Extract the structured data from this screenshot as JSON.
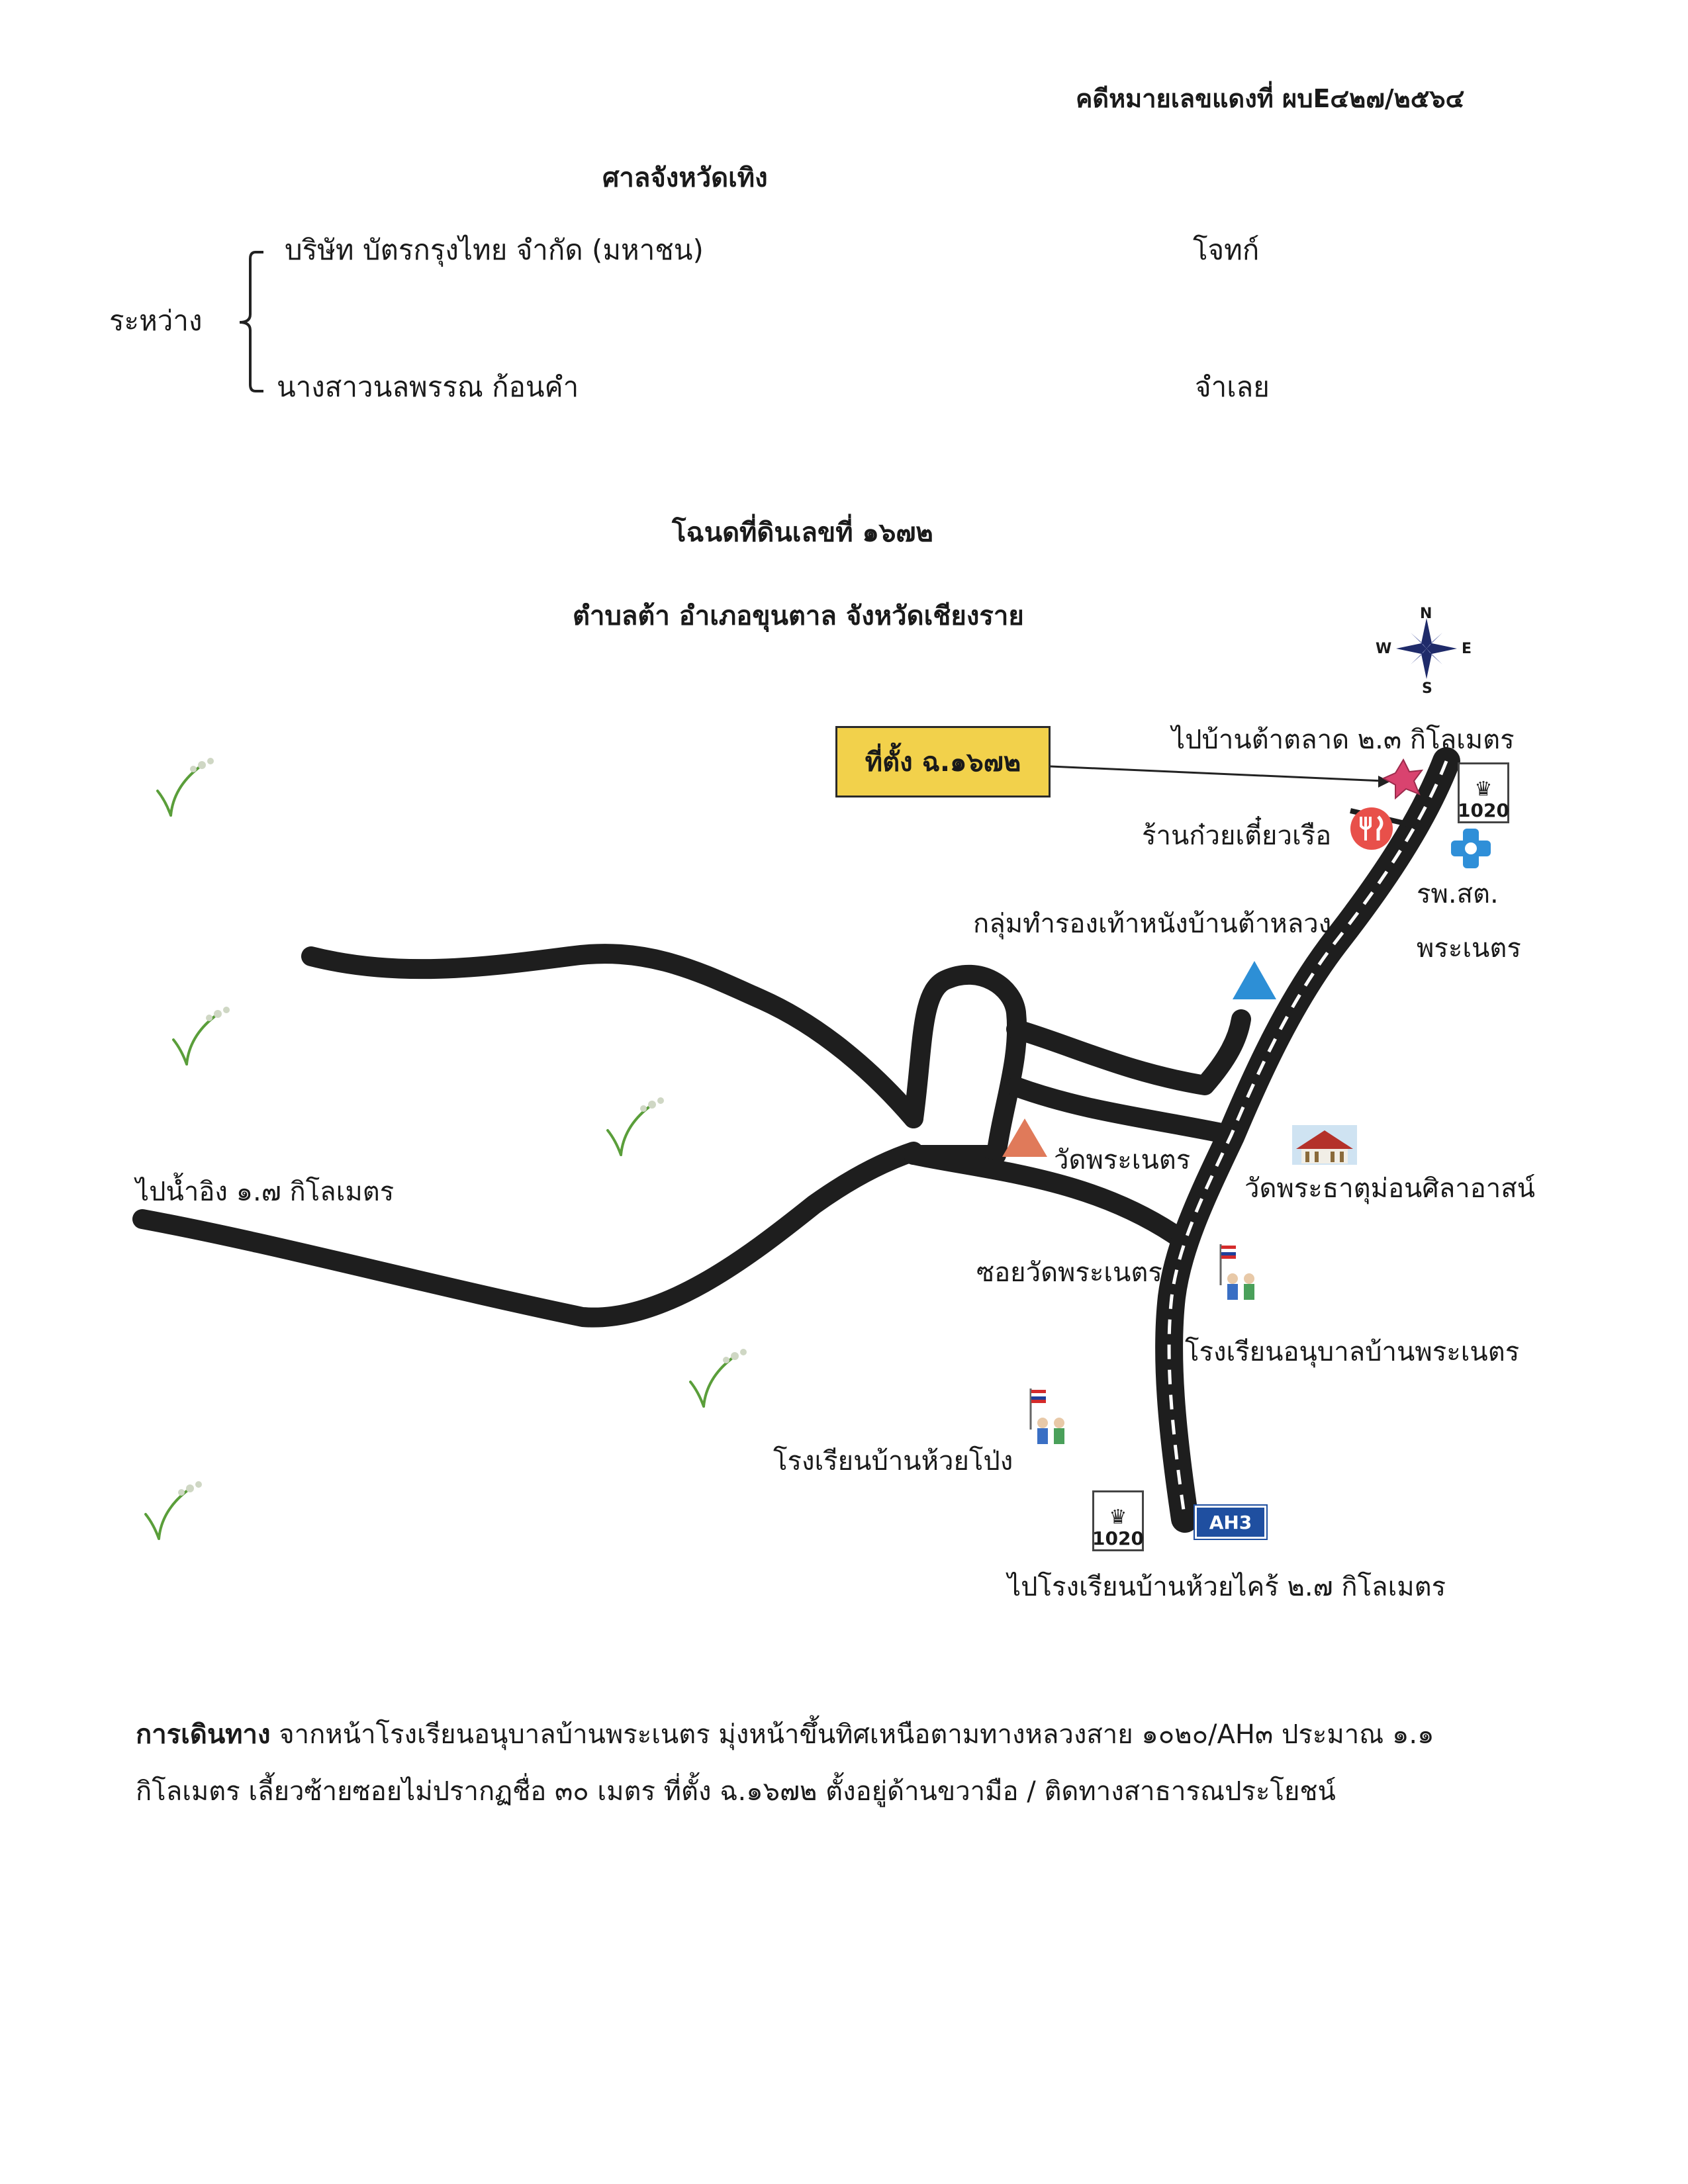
{
  "header": {
    "case_number": "คดีหมายเลขแดงที่ ผบE๔๒๗/๒๕๖๔",
    "court": "ศาลจังหวัดเทิง"
  },
  "parties": {
    "between_label": "ระหว่าง",
    "plaintiff_name": "บริษัท บัตรกรุงไทย จำกัด (มหาชน)",
    "plaintiff_role": "โจทก์",
    "defendant_name": "นางสาวนลพรรณ  ก้อนคำ",
    "defendant_role": "จำเลย"
  },
  "title": {
    "deed": "โฉนดที่ดินเลขที่ ๑๖๗๒",
    "location": "ตำบลต้า อำเภอขุนตาล จังหวัดเชียงราย"
  },
  "compass": {
    "n": "N",
    "e": "E",
    "s": "S",
    "w": "W"
  },
  "map": {
    "site_box": "ที่ตั้ง ฉ.๑๖๗๒",
    "to_ban_ta_talat": "ไปบ้านต้าตลาด ๒.๓ กิโลเมตร",
    "noodle_shop": "ร้านก๋วยเตี๋ยวเรือ",
    "health_center_line1": "รพ.สต.",
    "health_center_line2": "พระเนตร",
    "shoe_group": "กลุ่มทำรองเท้าหนังบ้านต้าหลวง",
    "wat_phra_net": "วัดพระเนตร",
    "wat_phra_that": "วัดพระธาตุม่อนศิลาอาสน์",
    "to_nam_ing": "ไปน้ำอิง ๑.๗ กิโลเมตร",
    "soi_wat": "ซอยวัดพระเนตร",
    "kindergarten": "โรงเรียนอนุบาลบ้านพระเนตร",
    "school_huai_pong": "โรงเรียนบ้านห้วยโป่ง",
    "to_school_huai_khrai": "ไปโรงเรียนบ้านห้วยไคร้ ๒.๗ กิโลเมตร",
    "highway_no": "1020",
    "asian_highway": "AH3"
  },
  "directions": {
    "label": "การเดินทาง",
    "text": "จากหน้าโรงเรียนอนุบาลบ้านพระเนตร มุ่งหน้าขึ้นทิศเหนือตามทางหลวงสาย ๑๐๒๐/AH๓ ประมาณ ๑.๑ กิโลเมตร เลี้ยวซ้ายซอยไม่ปรากฏชื่อ ๓๐ เมตร ที่ตั้ง ฉ.๑๖๗๒ ตั้งอยู่ด้านขวามือ / ติดทางสาธารณประโยชน์"
  },
  "colors": {
    "site_box_fill": "#f2d14b",
    "road": "#1e1e1e",
    "site_marker": "#d9436f",
    "restaurant_icon": "#e8504a",
    "health_icon": "#2f8fd8",
    "shoe_group_triangle": "#2d8fd6",
    "temple_triangle": "#e07a5a",
    "ah_badge": "#1f4fa0"
  },
  "icons": [
    "compass-rose-icon",
    "star-marker-icon",
    "restaurant-icon",
    "health-cross-icon",
    "triangle-marker-icon",
    "temple-icon",
    "school-icon",
    "grass-icon",
    "highway-shield-icon"
  ]
}
